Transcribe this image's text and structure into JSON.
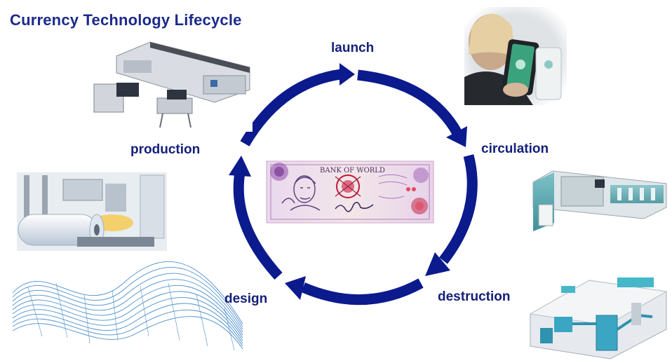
{
  "title": "Currency Technology Lifecycle",
  "stages": {
    "launch": "launch",
    "circulation": "circulation",
    "destruction": "destruction",
    "design": "design",
    "production": "production"
  },
  "banknote": {
    "header_text": "BANK OF WORLD"
  },
  "colors": {
    "arrow": "#0b1a8c",
    "title": "#1c2a8a",
    "label": "#14207a"
  },
  "images": [
    "printing-press-photo",
    "smartphone-payment-photo",
    "paper-roll-mill-photo",
    "banknote-processing-machine-photo",
    "security-wave-pattern",
    "destruction-plant-photo"
  ]
}
